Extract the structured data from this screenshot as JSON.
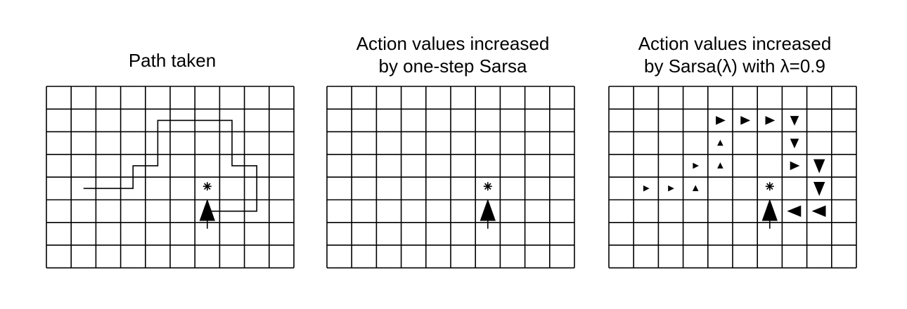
{
  "grid": {
    "cols": 10,
    "rows": 8
  },
  "panels": [
    {
      "id": "path",
      "title_lines": [
        "Path taken"
      ],
      "goal": [
        6.5,
        4.5
      ],
      "path": [
        [
          1.5,
          4.5
        ],
        [
          3.5,
          4.5
        ],
        [
          3.5,
          3.5
        ],
        [
          4.5,
          3.5
        ],
        [
          4.5,
          1.5
        ],
        [
          7.5,
          1.5
        ],
        [
          7.5,
          3.5
        ],
        [
          8.5,
          3.5
        ],
        [
          8.5,
          5.5
        ],
        [
          6.5,
          5.5
        ],
        [
          6.5,
          5.1
        ]
      ],
      "arrows": [
        {
          "cell": [
            6,
            5
          ],
          "dir": "up",
          "size": "large"
        }
      ]
    },
    {
      "id": "one-step",
      "title_lines": [
        "Action values increased",
        "by one-step Sarsa"
      ],
      "goal": [
        6.5,
        4.5
      ],
      "path": [],
      "arrows": [
        {
          "cell": [
            6,
            5
          ],
          "dir": "up",
          "size": "large"
        }
      ]
    },
    {
      "id": "sarsa-lambda",
      "title_lines": [
        "Action values increased",
        "by Sarsa(λ) with λ=0.9"
      ],
      "goal": [
        6.5,
        4.5
      ],
      "path": [],
      "arrows": [
        {
          "cell": [
            1,
            4
          ],
          "dir": "right",
          "size": "tiny"
        },
        {
          "cell": [
            2,
            4
          ],
          "dir": "right",
          "size": "tiny"
        },
        {
          "cell": [
            3,
            4
          ],
          "dir": "up",
          "size": "tiny"
        },
        {
          "cell": [
            3,
            3
          ],
          "dir": "right",
          "size": "tiny"
        },
        {
          "cell": [
            4,
            3
          ],
          "dir": "up",
          "size": "tiny"
        },
        {
          "cell": [
            4,
            2
          ],
          "dir": "up",
          "size": "tiny"
        },
        {
          "cell": [
            4,
            1
          ],
          "dir": "right",
          "size": "small"
        },
        {
          "cell": [
            5,
            1
          ],
          "dir": "right",
          "size": "small"
        },
        {
          "cell": [
            6,
            1
          ],
          "dir": "right",
          "size": "small"
        },
        {
          "cell": [
            7,
            1
          ],
          "dir": "down",
          "size": "small"
        },
        {
          "cell": [
            7,
            2
          ],
          "dir": "down",
          "size": "small"
        },
        {
          "cell": [
            7,
            3
          ],
          "dir": "right",
          "size": "small"
        },
        {
          "cell": [
            8,
            3
          ],
          "dir": "down",
          "size": "medium"
        },
        {
          "cell": [
            8,
            4
          ],
          "dir": "down",
          "size": "medium"
        },
        {
          "cell": [
            8,
            5
          ],
          "dir": "left",
          "size": "medium"
        },
        {
          "cell": [
            7,
            5
          ],
          "dir": "left",
          "size": "medium"
        },
        {
          "cell": [
            6,
            5
          ],
          "dir": "up",
          "size": "large"
        }
      ]
    }
  ]
}
